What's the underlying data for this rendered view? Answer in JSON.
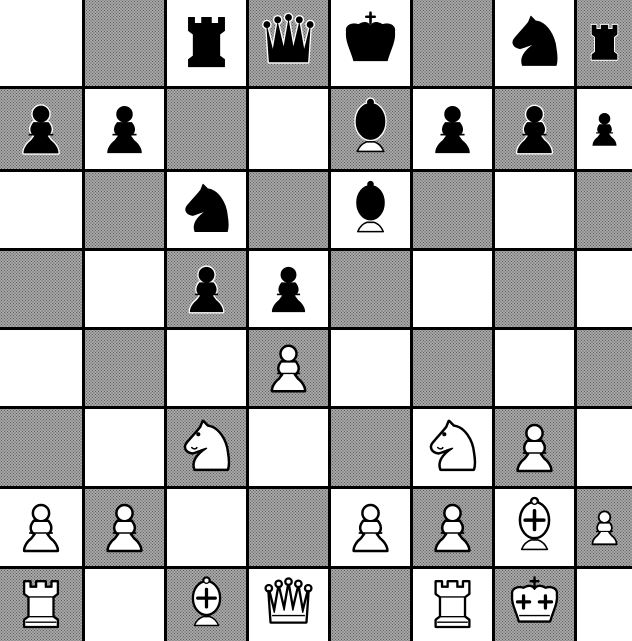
{
  "board": {
    "light_square_color": "#ffffff",
    "dark_square_color": "#b8b8b8",
    "grid_line_color": "#000000",
    "orientation": "black-at-top",
    "ranks": [
      {
        "rank": 8,
        "squares": [
          "",
          "",
          "br",
          "bq",
          "bk",
          "",
          "bn",
          "br"
        ]
      },
      {
        "rank": 7,
        "squares": [
          "bp",
          "bp",
          "",
          "",
          "bb",
          "bp",
          "bp",
          "bp"
        ]
      },
      {
        "rank": 6,
        "squares": [
          "",
          "",
          "bn",
          "",
          "bb",
          "",
          "",
          ""
        ]
      },
      {
        "rank": 5,
        "squares": [
          "",
          "",
          "bp",
          "bp",
          "",
          "",
          "",
          ""
        ]
      },
      {
        "rank": 4,
        "squares": [
          "",
          "",
          "",
          "wp",
          "",
          "",
          "",
          ""
        ]
      },
      {
        "rank": 3,
        "squares": [
          "",
          "",
          "wn",
          "",
          "",
          "wn",
          "wp",
          ""
        ]
      },
      {
        "rank": 2,
        "squares": [
          "wp",
          "wp",
          "",
          "",
          "wp",
          "wp",
          "wb",
          "wp"
        ]
      },
      {
        "rank": 1,
        "squares": [
          "wr",
          "",
          "wb",
          "wq",
          "",
          "wr",
          "wk",
          ""
        ]
      }
    ]
  },
  "piece_icons": {
    "p": "pawn-icon",
    "n": "knight-icon",
    "b": "bishop-icon",
    "r": "rook-icon",
    "q": "queen-icon",
    "k": "king-icon"
  },
  "piece_colors": {
    "w": "white",
    "b": "black"
  }
}
